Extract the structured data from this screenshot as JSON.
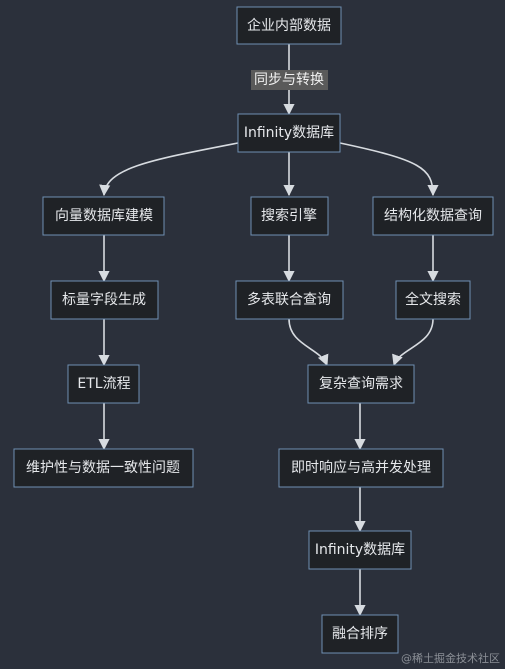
{
  "nodes": {
    "enterprise_data": "企业内部数据",
    "infinity_db_top": "Infinity数据库",
    "vector_modeling": "向量数据库建模",
    "search_engine": "搜索引擎",
    "structured_query": "结构化数据查询",
    "tagging": "标量字段生成",
    "multi_table_join": "多表联合查询",
    "fulltext_search": "全文搜索",
    "etl": "ETL流程",
    "complex_query": "复杂查询需求",
    "consistency": "维护性与数据一致性问题",
    "realtime": "即时响应与高并发处理",
    "infinity_db_bottom": "Infinity数据库",
    "fusion_rank": "融合排序"
  },
  "edges": {
    "sync_label": "同步与转换"
  },
  "watermark": "@稀土掘金技术社区"
}
